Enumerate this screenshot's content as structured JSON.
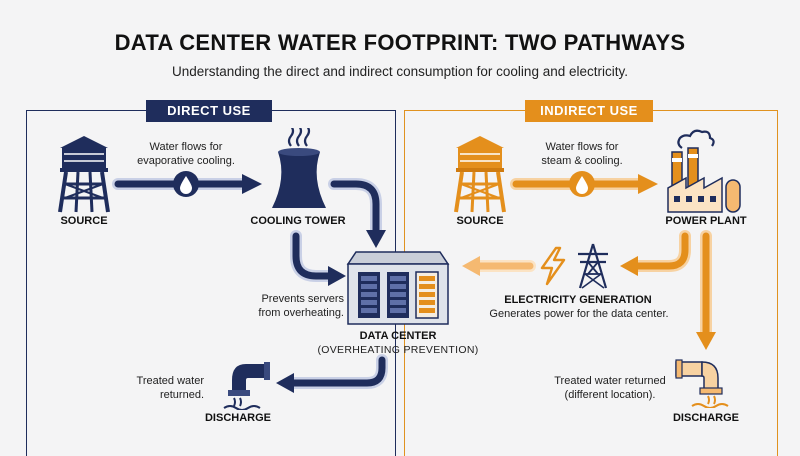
{
  "header": {
    "title": "DATA CENTER WATER FOOTPRINT: TWO PATHWAYS",
    "subtitle": "Understanding the direct and indirect consumption for cooling and electricity."
  },
  "direct": {
    "badge": "DIRECT USE",
    "source_label": "SOURCE",
    "flow_note_1": "Water flows for",
    "flow_note_2": "evaporative cooling.",
    "cooling_tower_label": "COOLING TOWER",
    "prevent_note_1": "Prevents servers",
    "prevent_note_2": "from overheating.",
    "data_center_label": "DATA CENTER",
    "data_center_sub": "(OVERHEATING PREVENTION)",
    "treated_note_1": "Treated water",
    "treated_note_2": "returned.",
    "discharge_label": "DISCHARGE"
  },
  "indirect": {
    "badge": "INDIRECT USE",
    "source_label": "SOURCE",
    "flow_note_1": "Water flows for",
    "flow_note_2": "steam & cooling.",
    "power_plant_label": "POWER PLANT",
    "electricity_label": "ELECTRICITY GENERATION",
    "electricity_note": "Generates power for the data center.",
    "treated_note_1": "Treated water returned",
    "treated_note_2": "(different location).",
    "discharge_label": "DISCHARGE"
  },
  "colors": {
    "direct": "#1f2d5c",
    "indirect": "#e48f1c",
    "indirect_light": "#f5b971",
    "background": "#f4f4f5"
  }
}
